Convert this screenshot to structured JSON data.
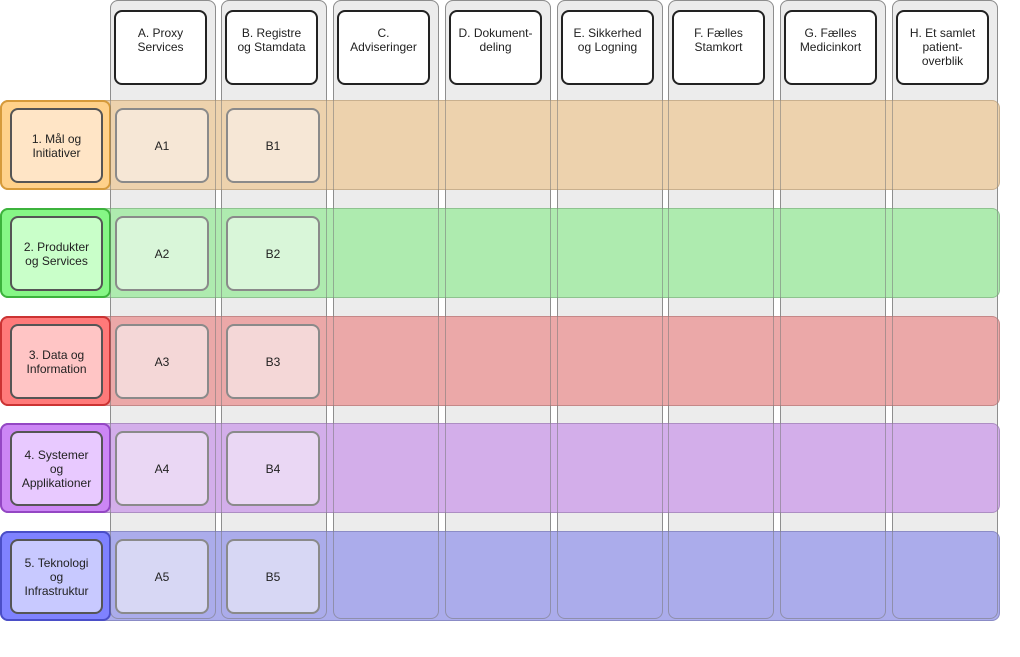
{
  "columns": [
    {
      "label": "A. Proxy\nServices"
    },
    {
      "label": "B. Registre\nog Stamdata"
    },
    {
      "label": "C.\nAdviseringer"
    },
    {
      "label": "D. Dokument-\ndeling"
    },
    {
      "label": "E. Sikkerhed\nog Logning"
    },
    {
      "label": "F. Fælles\nStamkort"
    },
    {
      "label": "G. Fælles\nMedicinkort"
    },
    {
      "label": "H. Et samlet\npatient-\noverblik"
    }
  ],
  "rows": [
    {
      "label": "1. Mål og\nInitiativer",
      "cells": [
        "A1",
        "B1"
      ],
      "colors": {
        "band": "#edd2ad",
        "band_border": "#c9b08e",
        "label_fill": "#ffe5c6",
        "label_outer": "#ffd18a",
        "label_outer_border": "#d69a3a",
        "cell_fill": "#f6e7d6"
      }
    },
    {
      "label": "2. Produkter\nog Services",
      "cells": [
        "A2",
        "B2"
      ],
      "colors": {
        "band": "#aeebaf",
        "band_border": "#8ec38f",
        "label_fill": "#c9ffc9",
        "label_outer": "#86f786",
        "label_outer_border": "#3cb33c",
        "cell_fill": "#d9f6d9"
      }
    },
    {
      "label": "3. Data og\nInformation",
      "cells": [
        "A3",
        "B3"
      ],
      "colors": {
        "band": "#eba8a8",
        "band_border": "#c58888",
        "label_fill": "#ffc5c5",
        "label_outer": "#ff7a7a",
        "label_outer_border": "#cc3333",
        "cell_fill": "#f4d7d7"
      }
    },
    {
      "label": "4. Systemer\nog\nApplikationer",
      "cells": [
        "A4",
        "B4"
      ],
      "colors": {
        "band": "#d3aeea",
        "band_border": "#ad8ec3",
        "label_fill": "#e8c9ff",
        "label_outer": "#cc86f5",
        "label_outer_border": "#9447c4",
        "cell_fill": "#ead7f4"
      }
    },
    {
      "label": "5. Teknologi\nog\nInfrastruktur",
      "cells": [
        "A5",
        "B5"
      ],
      "colors": {
        "band": "#abaceb",
        "band_border": "#8b8cc6",
        "label_fill": "#c8c9ff",
        "label_outer": "#7f82ff",
        "label_outer_border": "#4a4ec7",
        "cell_fill": "#d7d7f4"
      }
    }
  ]
}
